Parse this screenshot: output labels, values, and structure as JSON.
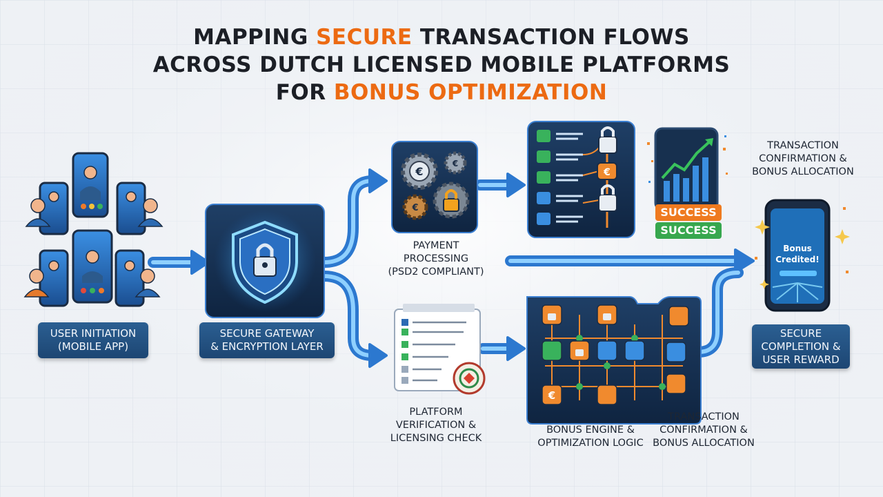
{
  "title": {
    "line1_a": "MAPPING ",
    "line1_accent": "SECURE",
    "line1_b": " TRANSACTION FLOWS",
    "line2": "ACROSS DUTCH LICENSED MOBILE PLATFORMS",
    "line3_a": "FOR ",
    "line3_accent": "BONUS OPTIMIZATION"
  },
  "colors": {
    "accent": "#ec6a12",
    "navy": "#1d4673",
    "flow_blue": "#3d8fe0",
    "green": "#2fa84f"
  },
  "stages": {
    "user_initiation": "USER INITIATION\n(MOBILE APP)",
    "secure_gateway": "SECURE GATEWAY\n& ENCRYPTION LAYER",
    "payment_processing": "PAYMENT\nPROCESSING\n(PSD2 COMPLIANT)",
    "platform_verification": "PLATFORM\nVERIFICATION &\nLICENSING CHECK",
    "transaction_confirmation_top": "TRANSACTION\nCONFIRMATION &\nBONUS ALLOCATION",
    "bonus_engine": "BONUS ENGINE &\nOPTIMIZATION LOGIC",
    "transaction_confirmation_bottom": "TRANSACTION\nCONFIRMATION &\nBONUS ALLOCATION",
    "secure_completion": "SECURE\nCOMPLETION &\nUSER REWARD"
  },
  "badges": {
    "success_orange": "SUCCESS",
    "success_green": "SUCCESS"
  },
  "phone_screen": {
    "line1": "Bonus",
    "line2": "Credited!"
  },
  "icons": [
    "users-phones-icon",
    "shield-lock-icon",
    "euro-gears-icon",
    "checklist-lock-icon",
    "growth-chart-phone-icon",
    "license-document-icon",
    "bonus-engine-network-icon",
    "bonus-credited-phone-icon"
  ]
}
